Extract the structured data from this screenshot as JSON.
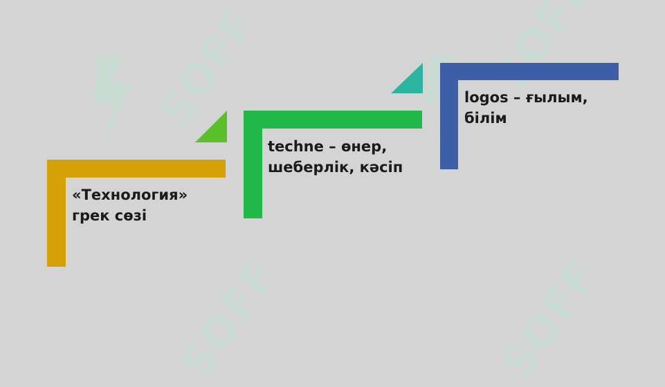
{
  "steps": [
    {
      "line1": "«Технология»",
      "line2": "грек сөзі",
      "color": "#d4a106"
    },
    {
      "line1": "techne – өнер,",
      "line2": "шеберлік, кәсіп",
      "color": "#22b84a",
      "accent": "#5cc02a"
    },
    {
      "line1": "logos – ғылым,",
      "line2": "білім",
      "color": "#3e5ea8",
      "accent": "#2bb5a0"
    }
  ],
  "watermark": {
    "text": "SOFF",
    "color": "#c6dcd3"
  }
}
